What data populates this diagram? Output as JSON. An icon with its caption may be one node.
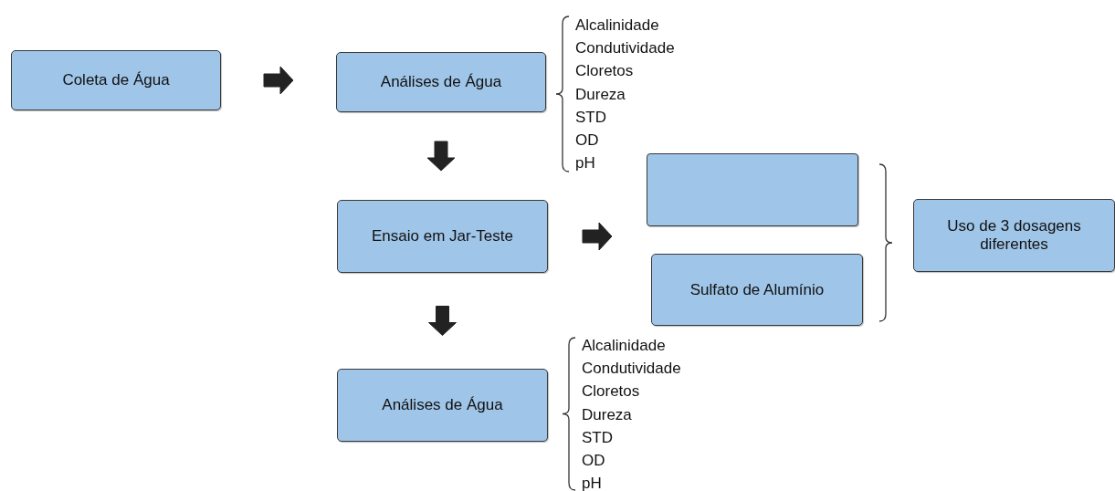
{
  "diagram": {
    "nodes": [
      {
        "text": [
          "Coleta de Água"
        ]
      },
      {
        "text": [
          "Análises de Água"
        ]
      },
      {
        "text": [
          "Ensaio em Jar-Teste"
        ]
      },
      {
        "text": [],
        "shape": "box"
      },
      {
        "text": [
          "Sulfato de Alumínio"
        ]
      },
      {
        "text": [
          "Uso de 3 dosagens diferentes"
        ]
      },
      {
        "text": [
          "Análises de Água"
        ]
      }
    ],
    "edges": [
      {
        "from": 0,
        "to": 1,
        "arrow": "to"
      },
      {
        "from": 1,
        "to": 2,
        "arrow": "to"
      },
      {
        "from": 2,
        "to": 3,
        "arrow": "to"
      },
      {
        "from": 2,
        "to": 4,
        "arrow": "to"
      },
      {
        "from": 2,
        "to": 6,
        "arrow": "to"
      }
    ],
    "labels": [
      "Alcalinidade",
      "Condutividade",
      "Cloretos",
      "Dureza",
      "STD",
      "OD",
      "pH",
      "Alcalinidade",
      "Condutividade",
      "Cloretos",
      "Dureza",
      "STD",
      "OD",
      "pH"
    ]
  }
}
